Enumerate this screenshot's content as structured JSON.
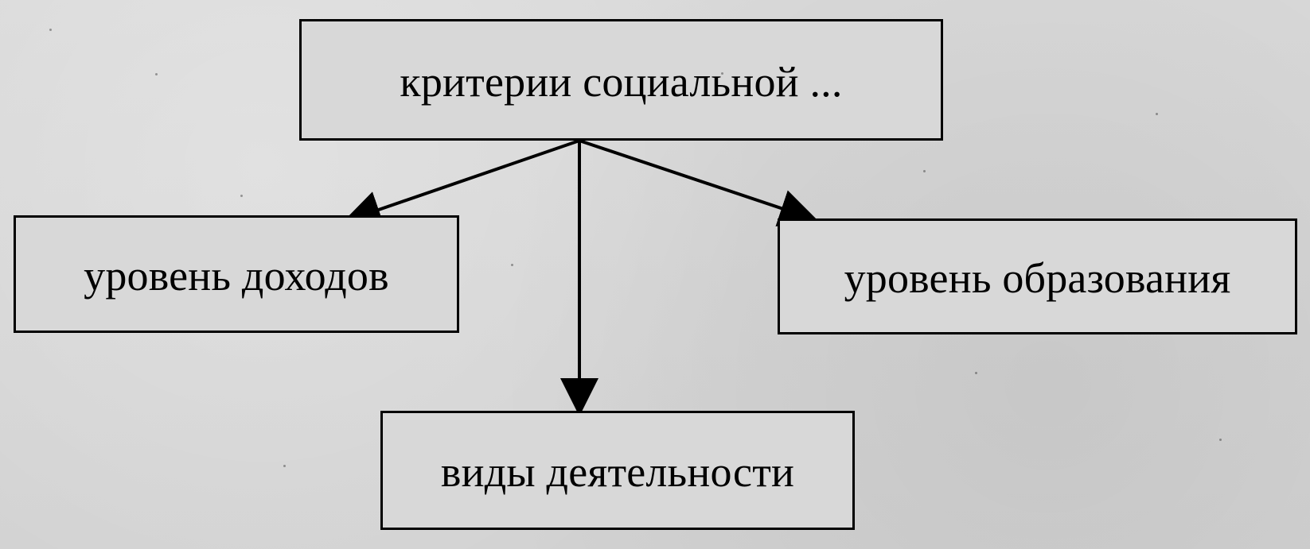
{
  "diagram": {
    "top_node": {
      "label": "критерии социальной  ..."
    },
    "left_node": {
      "label": "уровень доходов"
    },
    "right_node": {
      "label": "уровень образования"
    },
    "bottom_node": {
      "label": "виды деятельности"
    }
  }
}
